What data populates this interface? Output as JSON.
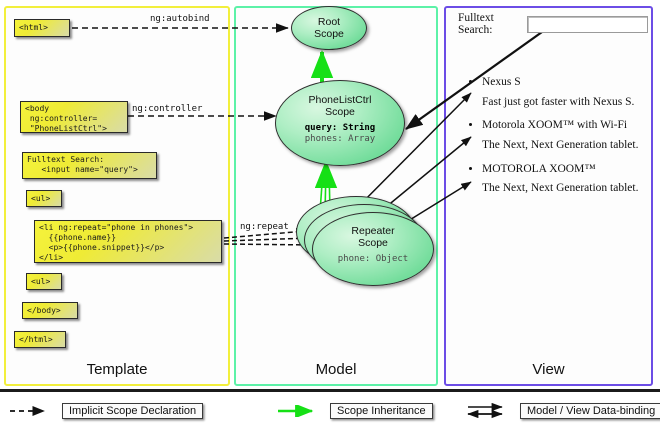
{
  "diagram": {
    "panels": {
      "template": {
        "label": "Template",
        "border_color": "#f2ef3c",
        "boxes": [
          {
            "name": "html-open",
            "text": "<html>"
          },
          {
            "name": "body-open",
            "text": "<body\n ng:controller=\n \"PhoneListCtrl\">"
          },
          {
            "name": "fulltext-search",
            "text": "Fulltext Search:\n   <input name=\"query\">"
          },
          {
            "name": "ul-open",
            "text": "<ul>"
          },
          {
            "name": "li-repeat",
            "text": "<li ng:repeat=\"phone in phones\">\n  {{phone.name}}\n  <p>{{phone.snippet}}</p>\n</li>"
          },
          {
            "name": "ul-close",
            "text": "<ul>"
          },
          {
            "name": "body-close",
            "text": "</body>"
          },
          {
            "name": "html-close",
            "text": "</html>"
          }
        ]
      },
      "model": {
        "label": "Model",
        "border_color": "#5df2a8",
        "scopes": [
          {
            "name": "root-scope",
            "title": "Root\nScope",
            "props": []
          },
          {
            "name": "phonelistctrl-scope",
            "title": "PhoneListCtrl\nScope",
            "props": [
              {
                "text": "query: String",
                "emphasis": "strong"
              },
              {
                "text": "phones: Array",
                "emphasis": "dim"
              }
            ]
          },
          {
            "name": "repeater-scope",
            "title": "Repeater\nScope",
            "props": [
              {
                "text": "phone: Object",
                "emphasis": "dim"
              }
            ]
          }
        ]
      },
      "view": {
        "label": "View",
        "border_color": "#6c4de6",
        "search_label": "Fulltext Search:",
        "search_value": "",
        "search_placeholder": "",
        "phones": [
          {
            "name": "Nexus S",
            "snippet": "Fast just got faster with Nexus S."
          },
          {
            "name": "Motorola XOOM™  with Wi-Fi",
            "snippet": "The Next, Next Generation tablet."
          },
          {
            "name": "MOTOROLA XOOM™",
            "snippet": "The Next, Next Generation tablet."
          }
        ]
      }
    },
    "edge_labels": [
      {
        "name": "ng-autobind",
        "text": "ng:autobind"
      },
      {
        "name": "ng-controller",
        "text": "ng:controller"
      },
      {
        "name": "ng-repeat",
        "text": "ng:repeat"
      }
    ],
    "legend": [
      {
        "name": "implicit-scope-declaration",
        "label": "Implicit Scope Declaration",
        "style": "dashed-black-arrow",
        "color": "#111111"
      },
      {
        "name": "scope-inheritance",
        "label": "Scope Inheritance",
        "style": "solid-green-arrow",
        "color": "#00e000"
      },
      {
        "name": "model-view-data-binding",
        "label": "Model / View Data-binding",
        "style": "double-black-arrow",
        "color": "#111111"
      }
    ]
  }
}
